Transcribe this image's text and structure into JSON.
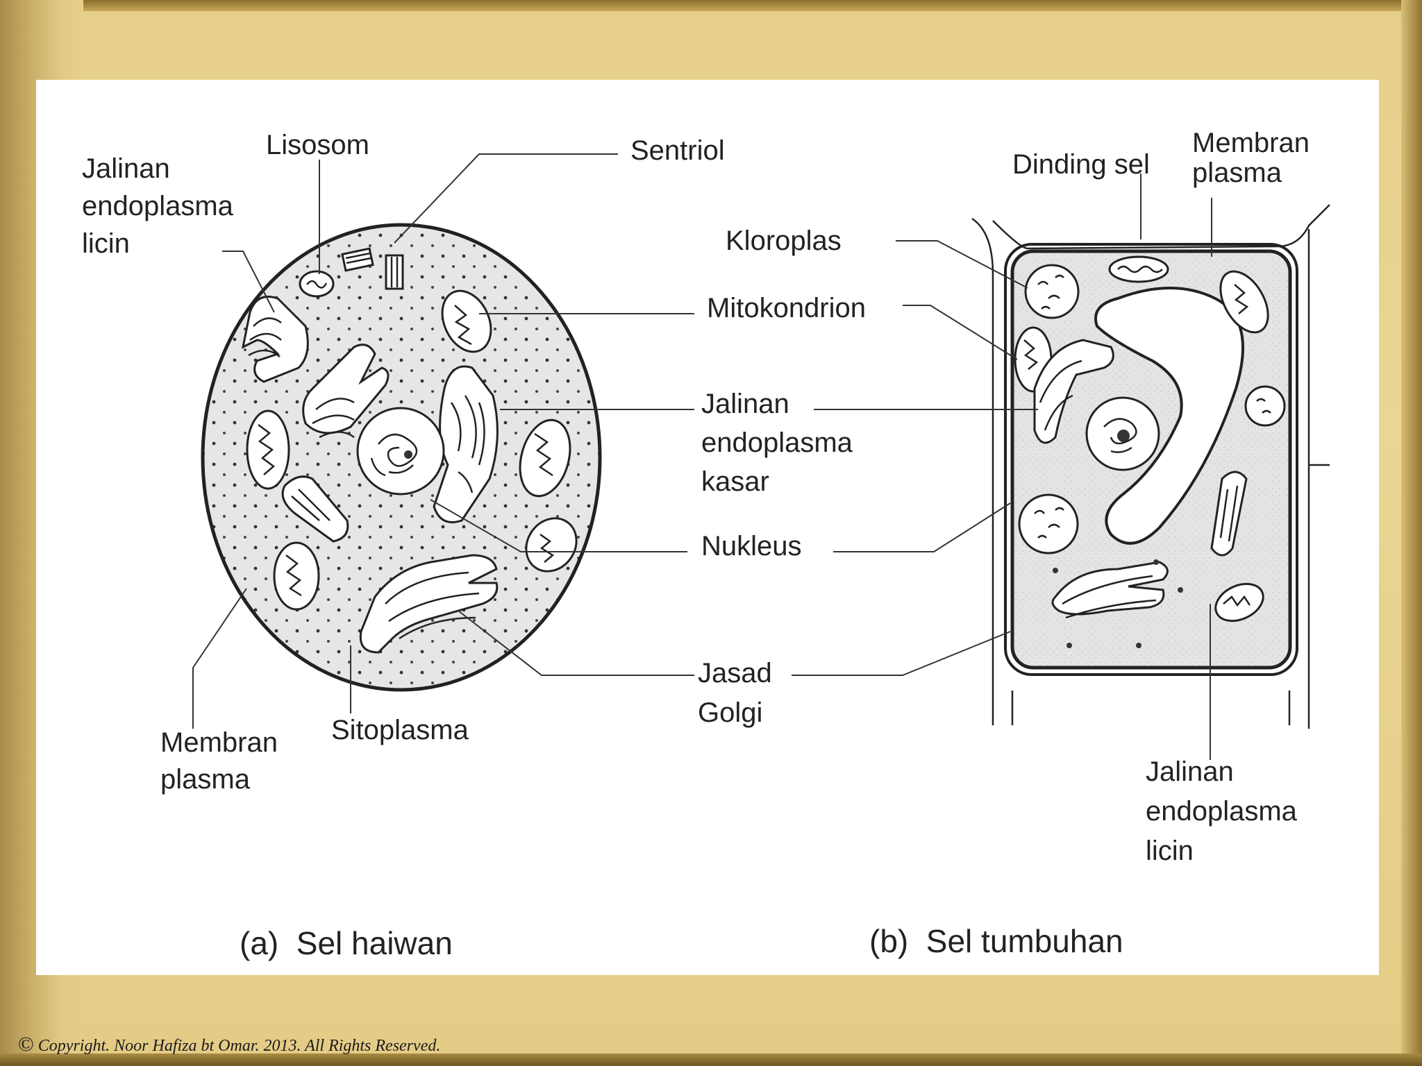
{
  "animal_cell": {
    "caption": "(a)  Sel haiwan",
    "labels": {
      "lisosom": "Lisosom",
      "sentriol": "Sentriol",
      "jer_licin": [
        "Jalinan",
        "endoplasma",
        "licin"
      ],
      "mitokondrion": "Mitokondrion",
      "jer_kasar": [
        "Jalinan",
        "endoplasma",
        "kasar"
      ],
      "nukleus": "Nukleus",
      "jasad_golgi": [
        "Jasad",
        "Golgi"
      ],
      "sitoplasma": "Sitoplasma",
      "membran_plasma": [
        "Membran",
        "plasma"
      ]
    }
  },
  "plant_cell": {
    "caption": "(b)  Sel tumbuhan",
    "labels": {
      "dinding_sel": "Dinding sel",
      "membran_plasma": [
        "Membran",
        "plasma"
      ],
      "kloroplas": "Kloroplas",
      "jer_licin": [
        "Jalinan",
        "endoplasma",
        "licin"
      ]
    }
  },
  "footer": {
    "symbol": "©",
    "text": "Copyright. Noor Hafiza bt Omar. 2013. All Rights Reserved."
  }
}
